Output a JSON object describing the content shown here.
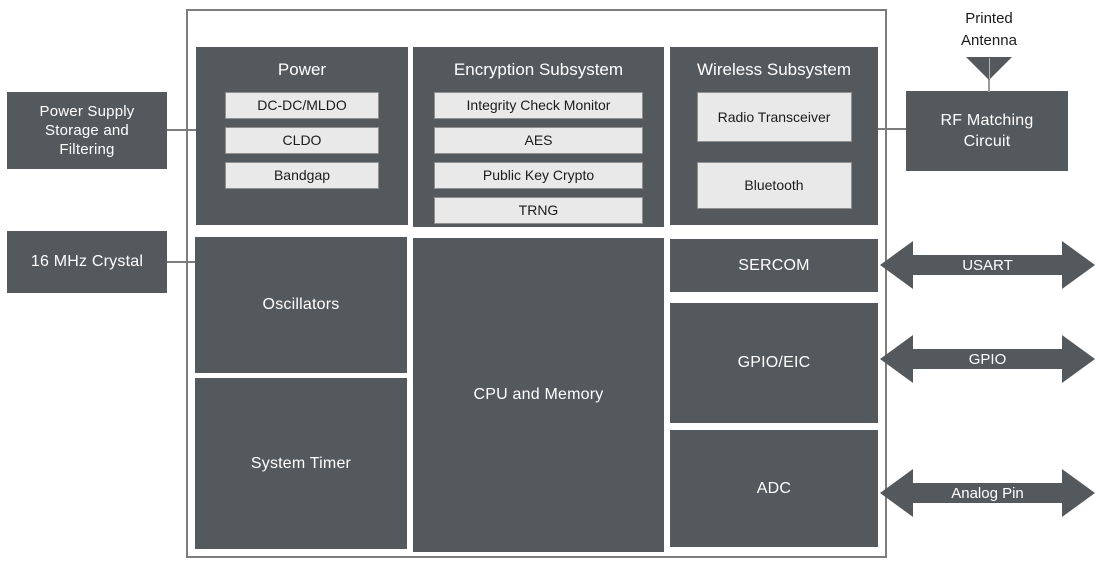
{
  "colors": {
    "block_dark": "#54595d",
    "block_light": "#e9e9e9",
    "line_gray": "#7d7d7d",
    "text_on_dark": "#ffffff",
    "text_dark": "#1b1b1b"
  },
  "external_left": {
    "power_supply": {
      "lines": [
        "Power Supply",
        "Storage and",
        "Filtering"
      ]
    },
    "crystal": {
      "label": "16 MHz Crystal"
    }
  },
  "soc": {
    "power": {
      "title": "Power",
      "items": [
        "DC-DC/MLDO",
        "CLDO",
        "Bandgap"
      ]
    },
    "encryption": {
      "title": "Encryption Subsystem",
      "items": [
        "Integrity Check Monitor",
        "AES",
        "Public Key Crypto",
        "TRNG"
      ]
    },
    "wireless": {
      "title": "Wireless Subsystem",
      "items": [
        "Radio Transceiver",
        "Bluetooth"
      ]
    },
    "oscillators": "Oscillators",
    "system_timer": "System Timer",
    "cpu_memory": "CPU and Memory",
    "sercom": "SERCOM",
    "gpio_eic": "GPIO/EIC",
    "adc": "ADC"
  },
  "external_right": {
    "antenna": {
      "lines": [
        "Printed",
        "Antenna"
      ]
    },
    "rf_matching": {
      "lines": [
        "RF Matching",
        "Circuit"
      ]
    }
  },
  "arrows": [
    {
      "label": "USART"
    },
    {
      "label": "GPIO"
    },
    {
      "label": "Analog Pin"
    }
  ]
}
